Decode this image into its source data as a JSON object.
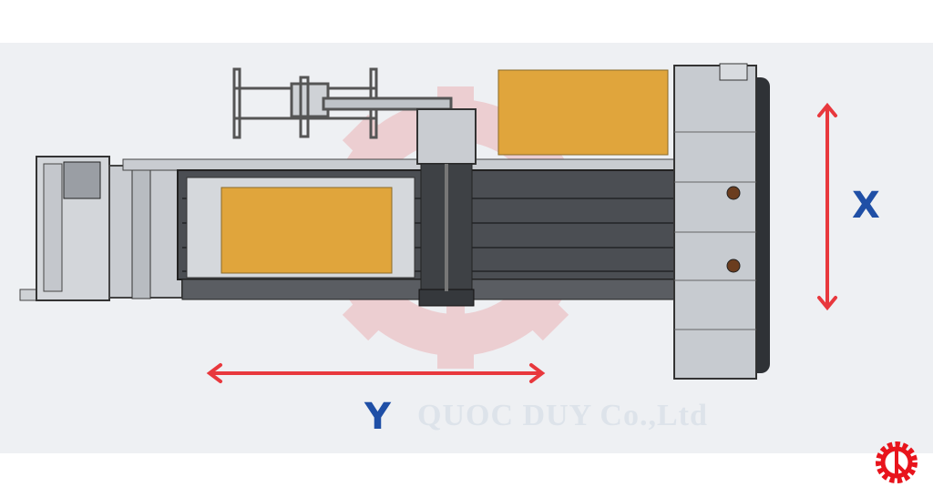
{
  "axes": {
    "x_label": "X",
    "y_label": "Y"
  },
  "watermark": {
    "text": "QUOC DUY Co.,Ltd"
  },
  "colors": {
    "arrow": "#e8383d",
    "axis_text": "#1f4fa6",
    "panel": "#e0a53c",
    "logo": "#e8141c",
    "background": "#eef0f3"
  },
  "logo": {
    "icon": "quoc-duy-gear-logo"
  }
}
